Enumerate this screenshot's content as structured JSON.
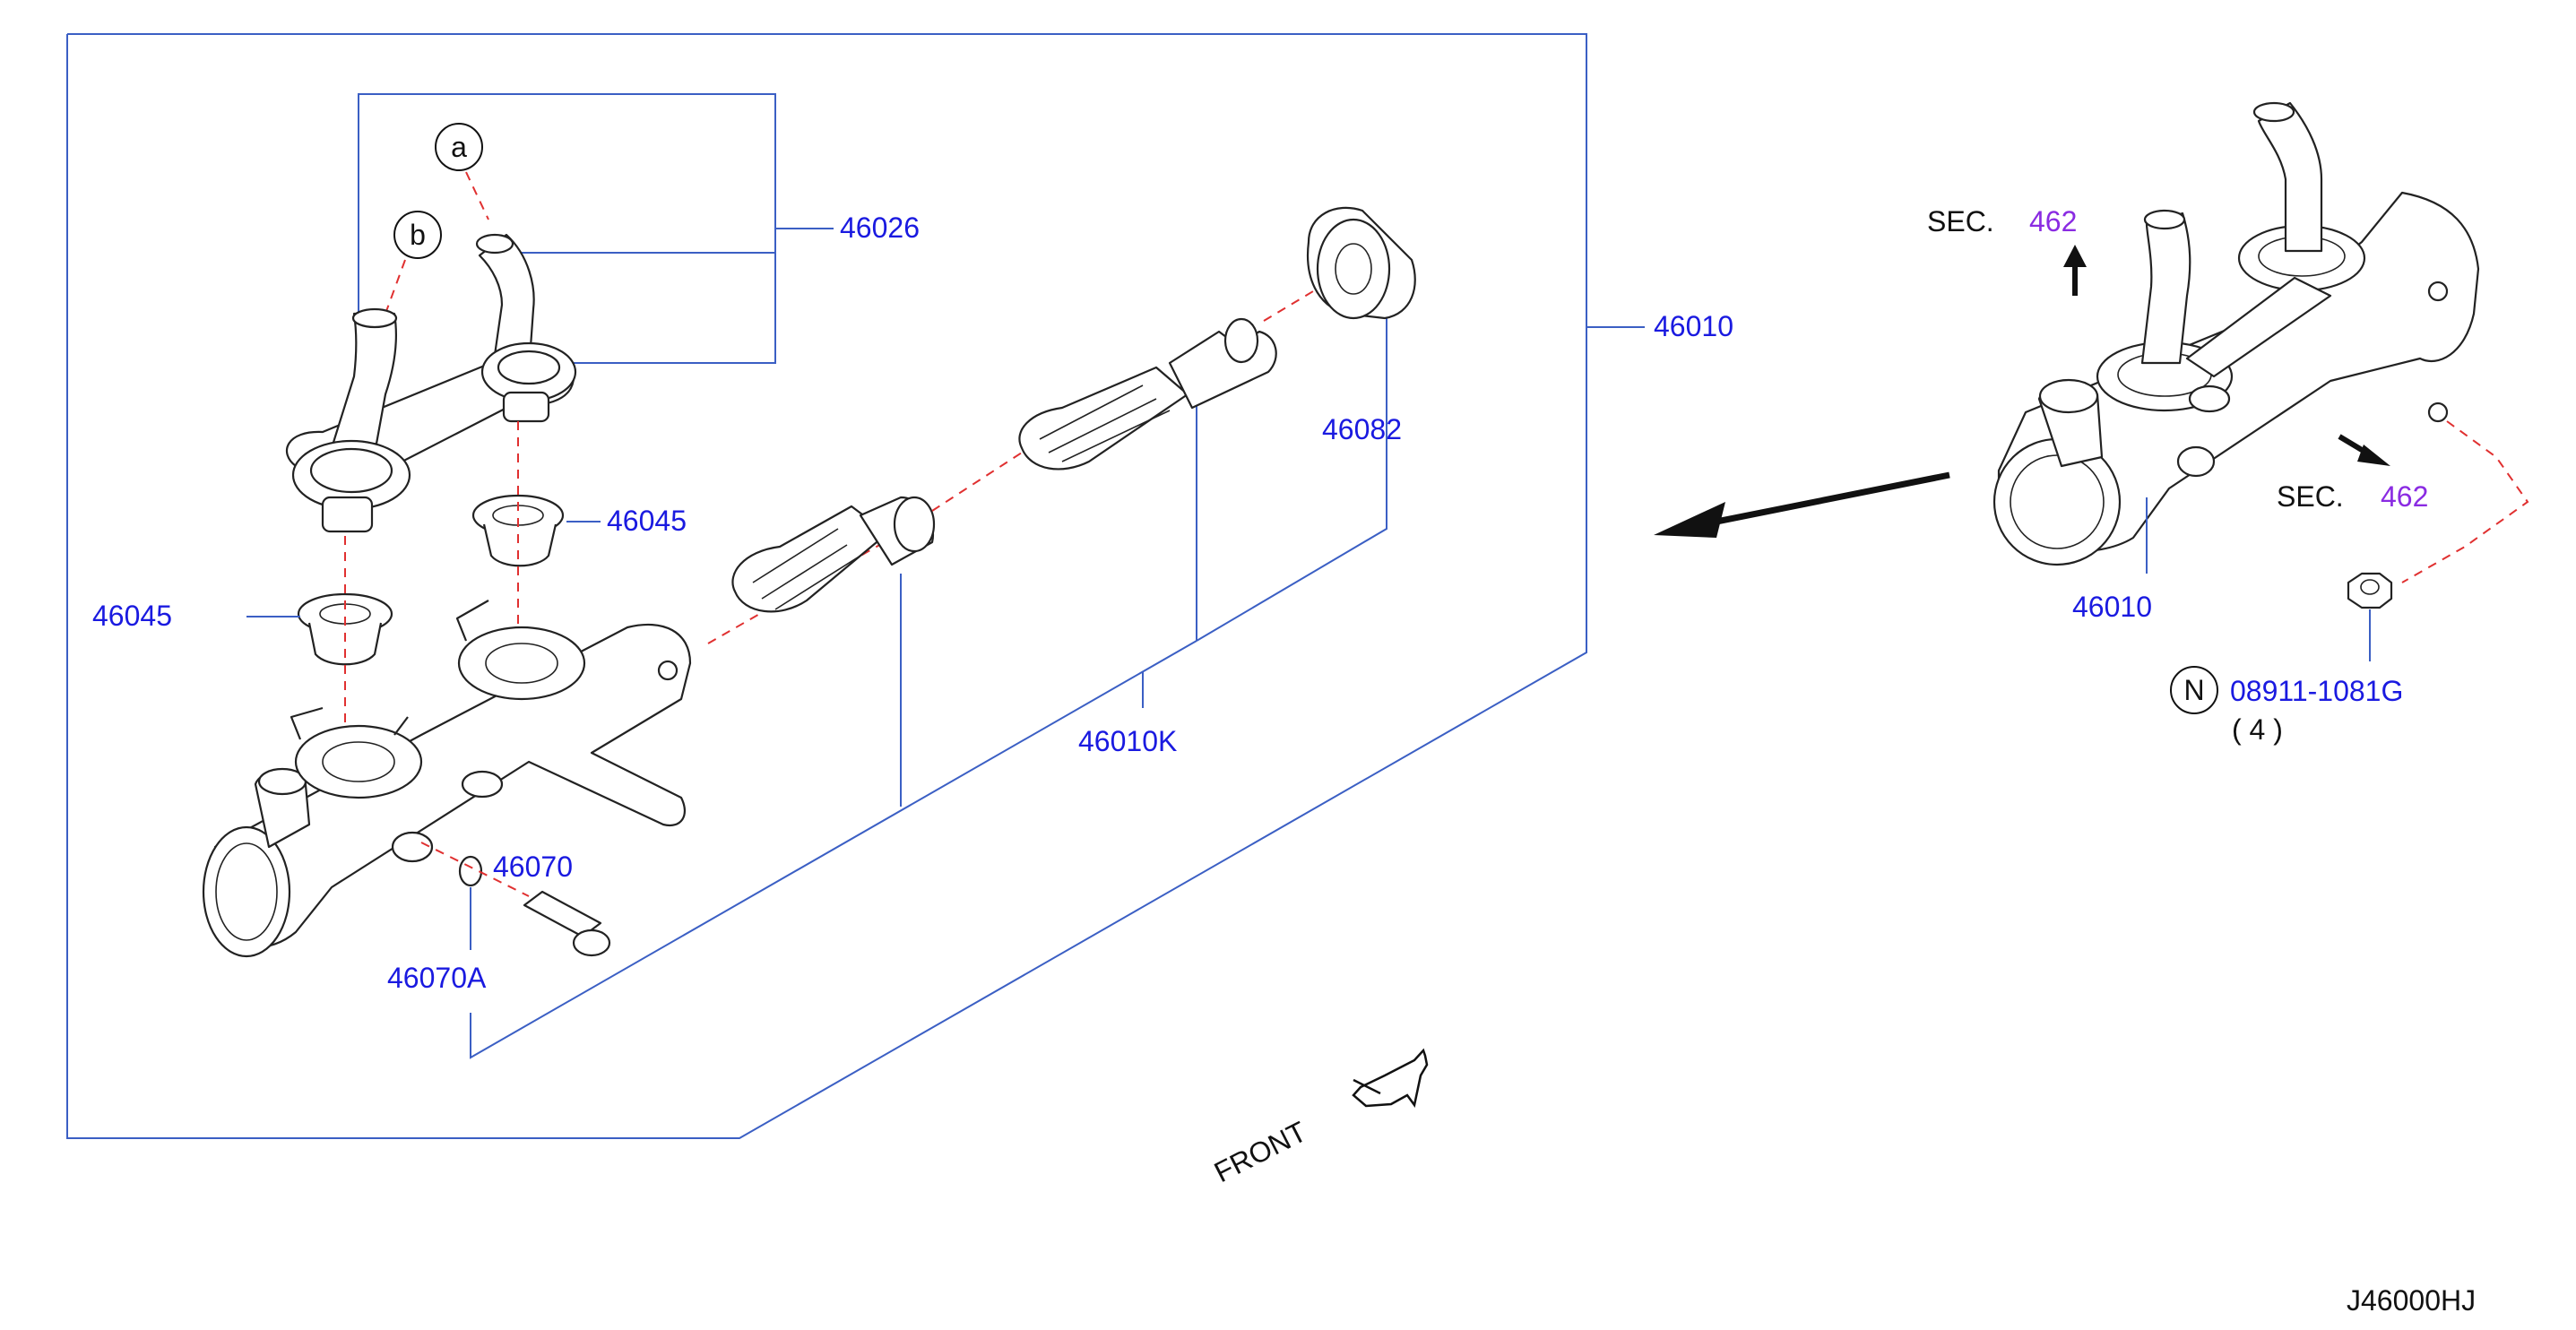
{
  "callouts": {
    "a": "a",
    "b": "b",
    "n": "N"
  },
  "parts": {
    "p46026": "46026",
    "p46010_main": "46010",
    "p46082": "46082",
    "p46045_right": "46045",
    "p46045_left": "46045",
    "p46010K": "46010K",
    "p46070": "46070",
    "p46070A": "46070A",
    "p46010_side": "46010",
    "p08911": "08911-1081G",
    "qty": "( 4 )"
  },
  "sections": {
    "sec_label_top": "SEC.",
    "sec_num_top": "462",
    "sec_label_bottom": "SEC.",
    "sec_num_bottom": "462"
  },
  "front_label": "FRONT",
  "diagram_code": "J46000HJ",
  "colors": {
    "part_number": "#1a1ae0",
    "section_number": "#8a2be2",
    "leader_line": "#3b5fc4",
    "centerline": "#e03030"
  }
}
